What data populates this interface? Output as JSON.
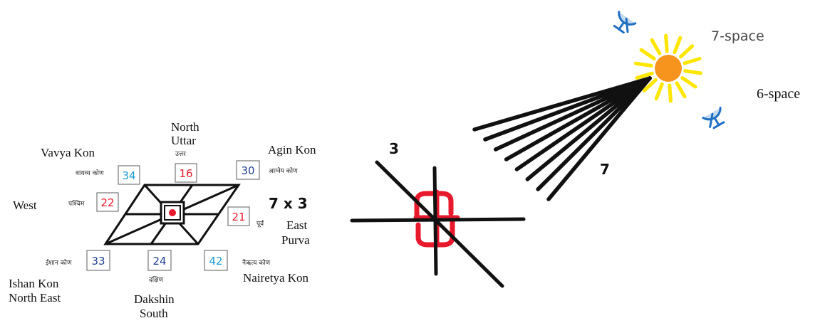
{
  "colors": {
    "line": "#111111",
    "red": "#e8192c",
    "blue": "#1a9bd8",
    "navy": "#1f3f8f",
    "sun": "#f7941d",
    "ray": "#ffe600",
    "dish": "#1f6fc2",
    "label_gray": "#4a4a4a"
  },
  "directions": {
    "north": {
      "line1": "North",
      "line2": "Uttar",
      "hindi": "उत्तर",
      "value": "16",
      "color": "red"
    },
    "east": {
      "value_label": "7 x 3",
      "line1": "East",
      "line2": "Purva",
      "hindi": "पूर्व",
      "value": "21",
      "color": "red"
    },
    "south": {
      "line1": "Dakshin",
      "line2": "South",
      "hindi": "दक्षिण",
      "value": "24",
      "color": "navy"
    },
    "west": {
      "line1": "West",
      "hindi": "पश्चिम",
      "value": "22",
      "color": "red"
    },
    "northwest": {
      "line1": "Vavya Kon",
      "hindi": "वायव्य कोण",
      "value": "34",
      "color": "blue"
    },
    "northeast_top": {
      "line1": "Agin Kon",
      "hindi": "आग्नेय कोण",
      "value": "30",
      "color": "navy"
    },
    "southeast": {
      "line1": "Nairetya Kon",
      "hindi": "नैऋत्य कोण",
      "value": "42",
      "color": "blue"
    },
    "southwest": {
      "line1": "Ishan Kon",
      "line2": "North East",
      "hindi": "ईशान कोण",
      "value": "33",
      "color": "navy"
    }
  },
  "cross": {
    "label": "3"
  },
  "beams": {
    "label": "7",
    "count": 8
  },
  "sun": {
    "upper_label": "7-space",
    "lower_label": "6-space"
  }
}
